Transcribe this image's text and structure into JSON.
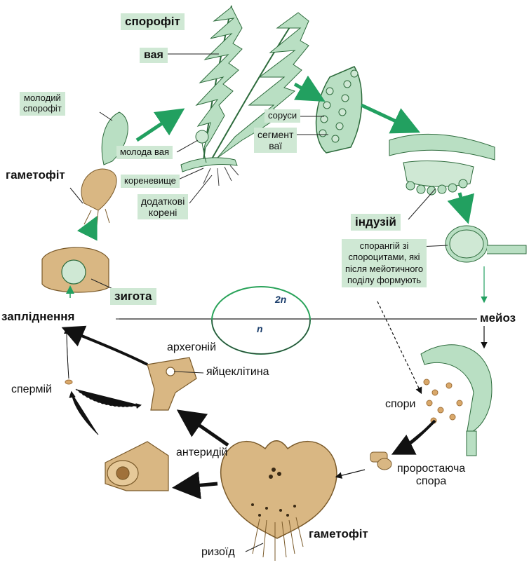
{
  "ploidy": {
    "diploid": "2n",
    "haploid": "n"
  },
  "labels": {
    "sporophyte": "спорофіт",
    "frond": "вая",
    "young_sporophyte": "молодий\nспорофіт",
    "gametophyte_top": "гаметофіт",
    "young_frond": "молода вая",
    "rhizome": "кореневище",
    "adventitious_roots": "додаткові\nкорені",
    "sori": "соруси",
    "frond_segment": "сегмент\nваї",
    "indusium": "індузій",
    "sporangium": "спорангій зі\nспороцитами, які\nпісля мейотичного\nподілу формують",
    "zygote": "зигота",
    "fertilization": "запліднення",
    "meiosis": "мейоз",
    "archegonium": "архегоній",
    "egg_cell": "яйцеклітина",
    "sperm": "спермій",
    "spores": "спори",
    "antheridium": "антеридій",
    "germinating_spore": "проростаюча\nспора",
    "gametophyte_bottom": "гаметофіт",
    "rhizoid": "ризоїд"
  },
  "colors": {
    "label_box": "#cfe8d4",
    "arrow_green": "#22a060",
    "arrow_black": "#111111",
    "sporophyte_fill": "#b9dfc3",
    "gametophyte_fill": "#d9b783",
    "ellipse": "#2aa35a"
  }
}
